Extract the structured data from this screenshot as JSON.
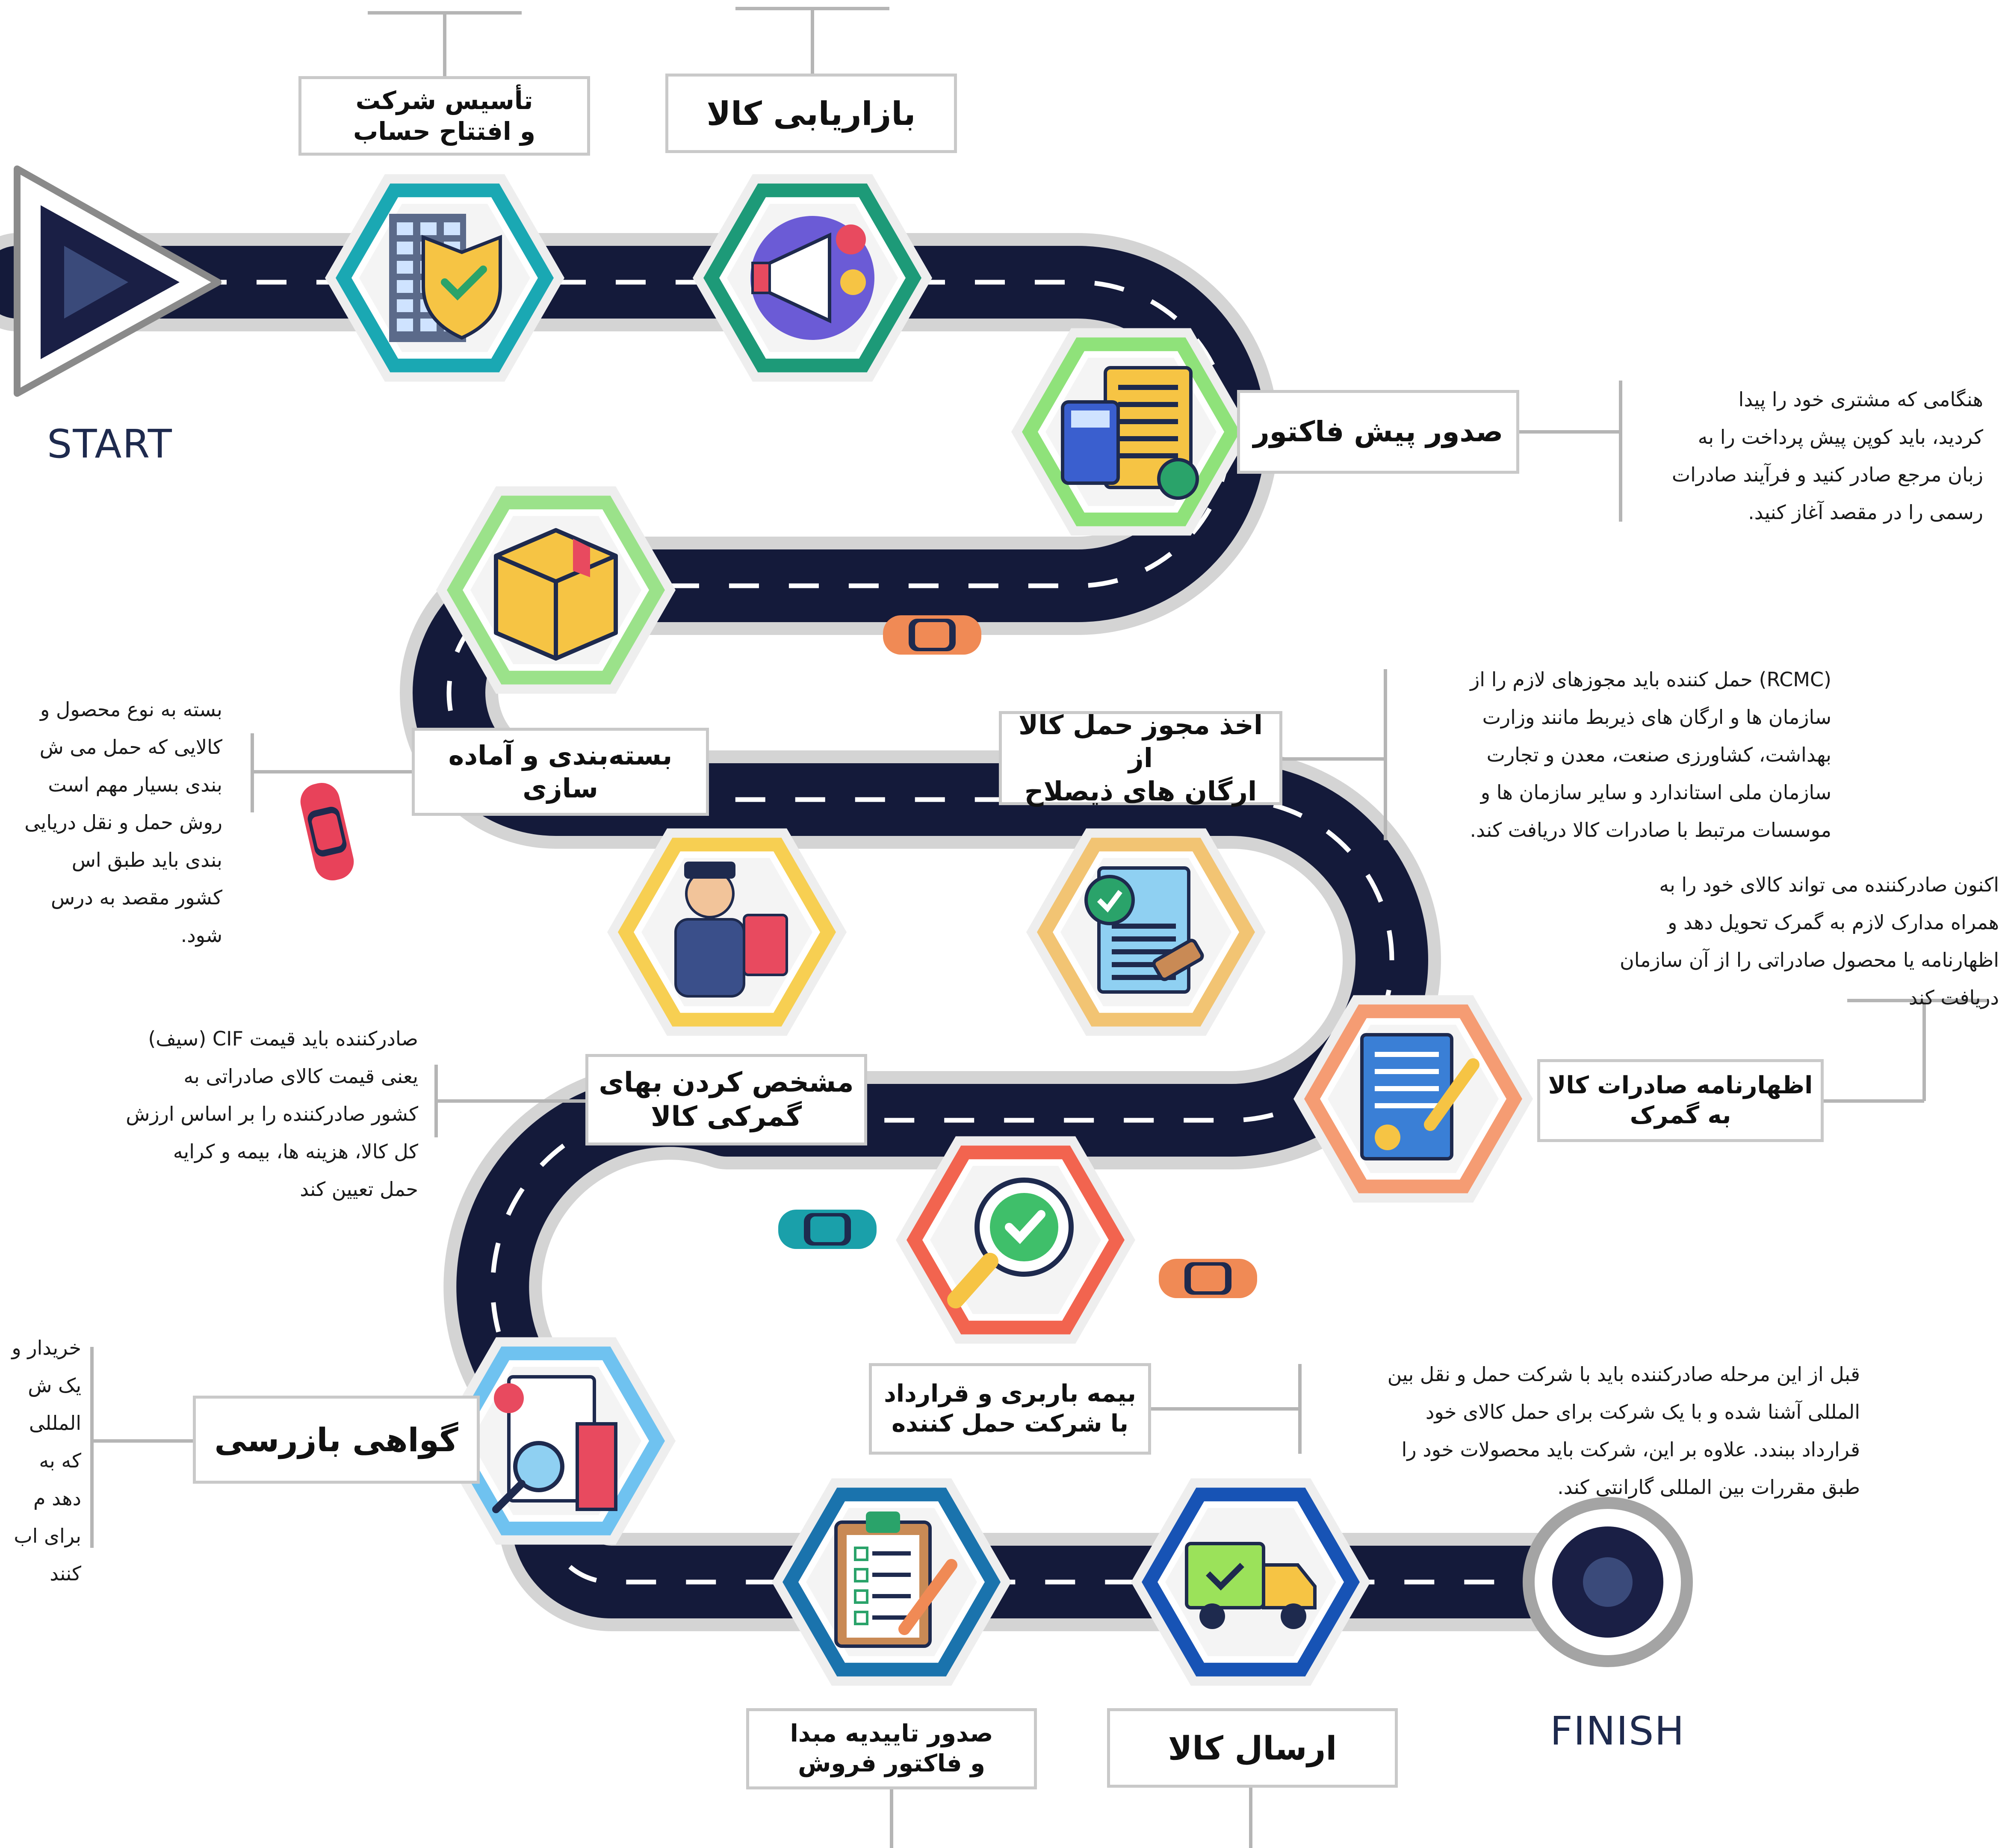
{
  "road": {
    "start_label": "START",
    "finish_label": "FINISH"
  },
  "colors": {
    "road": "#141a3a",
    "road_edge": "#d4d4d4",
    "label_border": "#c9c9c9",
    "connector": "#b5b5b5",
    "text": "#111111"
  },
  "steps": [
    {
      "title_lines": [
        "تأسیس شرکت",
        "و افتتاح حساب"
      ],
      "icon": "office-building-shield-icon",
      "ring": "#1aa8b3"
    },
    {
      "title_lines": [
        "بازاریابی کالا"
      ],
      "icon": "megaphone-marketing-icon",
      "ring": "#1d9a78"
    },
    {
      "title_lines": [
        "صدور پیش فاکتور"
      ],
      "icon": "invoice-calculator-icon",
      "ring": "#8fe27a"
    },
    {
      "title_lines": [
        "بسته‌بندی و آماده سازی"
      ],
      "icon": "cardboard-box-icon",
      "ring": "#9be28a"
    },
    {
      "title_lines": [
        "اخذ مجوز حمل کالا از",
        "ارگان های ذیصلاح"
      ],
      "icon": "permit-stamp-document-icon",
      "ring": "#f2c473"
    },
    {
      "title_lines": [
        "مشخص کردن بهای",
        "گمرکی کالا"
      ],
      "icon": "customs-officer-icon",
      "ring": "#f7cf52"
    },
    {
      "title_lines": [
        "اظهارنامه صادرات کالا",
        "به گمرک"
      ],
      "icon": "declaration-document-pen-icon",
      "ring": "#f59c73"
    },
    {
      "title_lines": [
        "بیمه باربری و قرارداد",
        "با شرکت حمل کننده"
      ],
      "icon": "magnifier-check-icon",
      "ring": "#f2644f"
    },
    {
      "title_lines": [
        "گواهی بازرسی"
      ],
      "icon": "inspection-report-icon",
      "ring": "#6fc2f0"
    },
    {
      "title_lines": [
        "صدور تاییدیه مبدا",
        "و فاکتور فروش"
      ],
      "icon": "clipboard-checklist-icon",
      "ring": "#1a73ad"
    },
    {
      "title_lines": [
        "ارسال کالا"
      ],
      "icon": "delivery-truck-icon",
      "ring": "#1753b5"
    }
  ],
  "descriptions": {
    "pre_invoice": [
      "هنگامی که مشتری خود را پیدا",
      "کردید، باید کوپن پیش پرداخت را به",
      "زبان مرجع صادر کنید و فرآیند صادرات",
      "رسمی را در مقصد آغاز کنید."
    ],
    "permit": [
      "(RCMC) حمل کننده باید مجوزهای لازم را از",
      "سازمان ها و ارگان های ذیربط مانند وزارت",
      "بهداشت، کشاورزی صنعت، معدن و تجارت",
      "سازمان ملی استاندارد و سایر سازمان ها و",
      "موسسات مرتبط با صادرات کالا دریافت کند."
    ],
    "packaging": [
      "بسته به نوع محصول و",
      "کالایی که حمل می ش",
      "بندی بسیار مهم است",
      "روش حمل و نقل دریایی",
      "بندی باید طبق اس",
      "کشور مقصد به درس",
      "شود."
    ],
    "declaration": [
      "اکنون صادرکننده می تواند کالای خود را به",
      "همراه مدارک لازم به گمرک تحویل دهد و",
      "اظهارنامه یا محصول صادراتی را از آن سازمان",
      "دریافت کند"
    ],
    "customs_value": [
      "صادرکننده باید قیمت CIF (سیف)",
      "یعنی قیمت کالای صادراتی به",
      "کشور صادرکننده را بر اساس ارزش",
      "کل کالا، هزینه ها، بیمه و کرایه",
      "حمل تعیین کند"
    ],
    "insurance": [
      "قبل از این مرحله صادرکننده باید با شرکت حمل و نقل بین",
      "المللی آشنا شده و با یک شرکت برای حمل کالای خود",
      "قرارداد ببندد. علاوه بر این، شرکت باید محصولات خود را",
      "طبق مقررات بین المللی گارانتی کند."
    ],
    "inspection": [
      "خریدار و",
      "یک ش",
      "المللی",
      "که به",
      "دهد م",
      "برای اب",
      "کنند"
    ]
  }
}
